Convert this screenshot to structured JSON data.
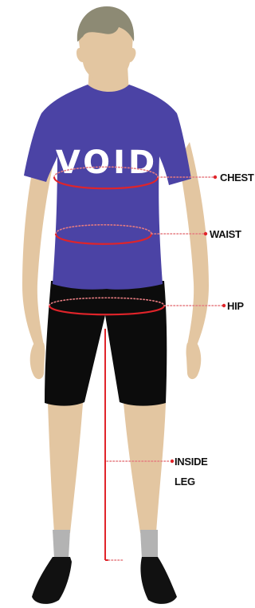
{
  "figure": {
    "jersey_brand": "VOID",
    "labels": {
      "chest": "CHEST",
      "waist": "WAIST",
      "hip": "HIP",
      "inside_leg_line1": "INSIDE",
      "inside_leg_line2": "LEG"
    }
  },
  "colors": {
    "skin": "#e3c6a1",
    "skin_shadow": "#d1b08a",
    "hair": "#8d8a74",
    "jersey": "#4b43a5",
    "jersey_text": "#ffffff",
    "shorts": "#0c0c0c",
    "socks": "#b3b3b3",
    "shoes": "#111111",
    "measure_red": "#e0242a",
    "measure_dotted": "#e57b80",
    "label_text": "#111111"
  }
}
